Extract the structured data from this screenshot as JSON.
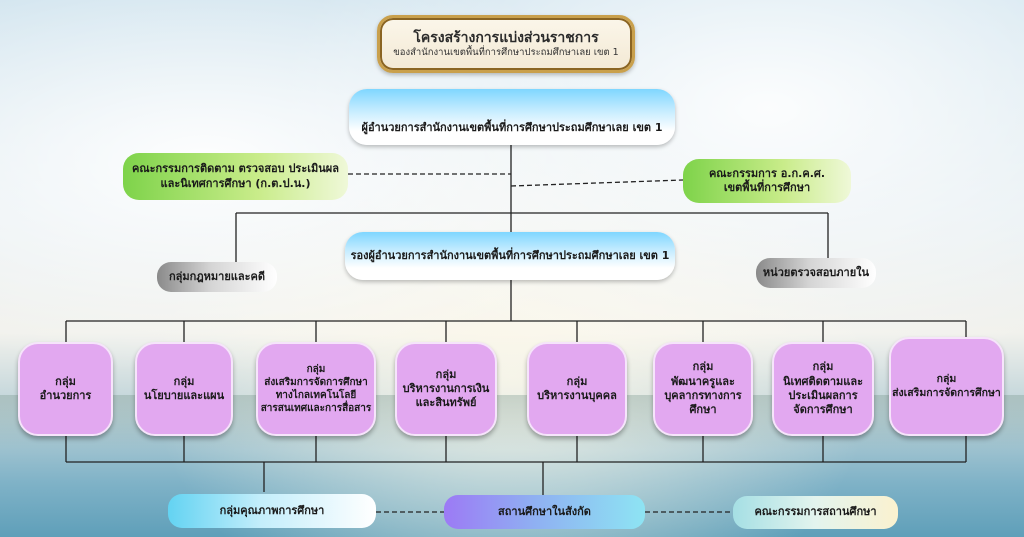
{
  "title": {
    "line1": "โครงสร้างการแบ่งส่วนราชการ",
    "line2": "ของสำนักงานเขตพื้นที่การศึกษาประถมศึกษาเลย เขต 1"
  },
  "director": "ผู้อำนวยการสำนักงานเขตพื้นที่การศึกษาประถมศึกษาเลย เขต 1",
  "committee_left": {
    "line1": "คณะกรรมการติดตาม ตรวจสอบ ประเมินผล",
    "line2": "และนิเทศการศึกษา (ก.ต.ป.น.)"
  },
  "committee_right": {
    "line1": "คณะกรรมการ อ.ก.ค.ศ.",
    "line2": "เขตพื้นที่การศึกษา"
  },
  "deputy": "รองผู้อำนวยการสำนักงานเขตพื้นที่การศึกษาประถมศึกษาเลย เขต 1",
  "legal_group": "กลุ่มกฎหมายและคดี",
  "audit_unit": "หน่วยตรวจสอบภายใน",
  "groups": [
    {
      "line1": "กลุ่ม",
      "line2": "อำนวยการ",
      "line3": "",
      "line4": ""
    },
    {
      "line1": "กลุ่ม",
      "line2": "นโยบายและแผน",
      "line3": "",
      "line4": ""
    },
    {
      "line1": "กลุ่ม",
      "line2": "ส่งเสริมการจัดการศึกษา",
      "line3": "ทางไกลเทคโนโลยี",
      "line4": "สารสนเทศและการสื่อสาร"
    },
    {
      "line1": "กลุ่ม",
      "line2": "บริหารงานการเงิน",
      "line3": "และสินทรัพย์",
      "line4": ""
    },
    {
      "line1": "กลุ่ม",
      "line2": "บริหารงานบุคคล",
      "line3": "",
      "line4": ""
    },
    {
      "line1": "กลุ่ม",
      "line2": "พัฒนาครูและ",
      "line3": "บุคลากรทางการ",
      "line4": "ศึกษา"
    },
    {
      "line1": "กลุ่ม",
      "line2": "นิเทศติดตามและ",
      "line3": "ประเมินผลการ",
      "line4": "จัดการศึกษา"
    },
    {
      "line1": "กลุ่ม",
      "line2": "ส่งเสริมการจัดการศึกษา",
      "line3": "",
      "line4": ""
    }
  ],
  "quality_group": "กลุ่มคุณภาพการศึกษา",
  "schools": "สถานศึกษาในสังกัด",
  "school_committee": "คณะกรรมการสถานศึกษา"
}
